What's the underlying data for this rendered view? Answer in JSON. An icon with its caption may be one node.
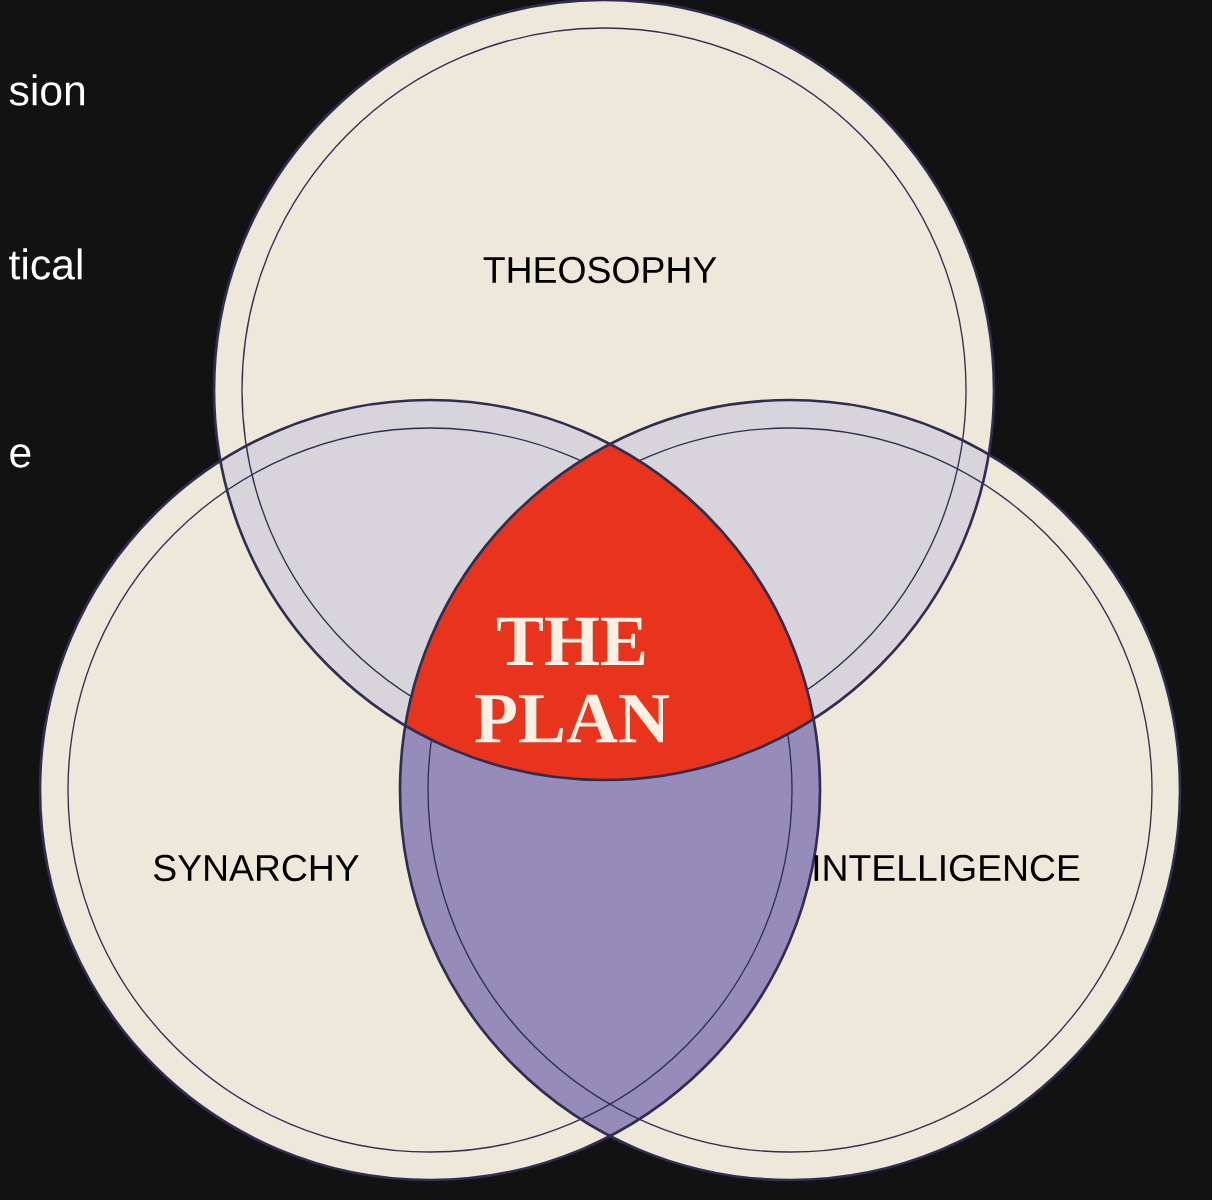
{
  "diagram": {
    "nodes": [
      {
        "text": [
          "THEOSOPHY"
        ]
      },
      {
        "text": [
          "SYNARCHY"
        ]
      },
      {
        "text": [
          "INTELLIGENCE"
        ]
      },
      {
        "text": [
          "THE PLAN"
        ]
      }
    ],
    "edges": [],
    "labels": [
      "sion",
      "tical",
      "e"
    ]
  }
}
